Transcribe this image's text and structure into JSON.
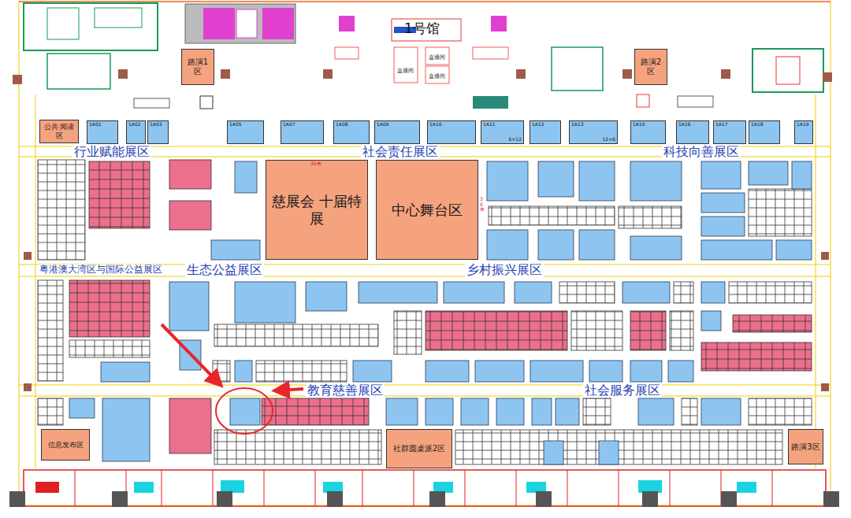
{
  "diagram": {
    "nodes": [
      {
        "text": [
          "公共 阅读区"
        ]
      },
      {
        "text": [
          "路演1区"
        ]
      },
      {
        "text": [
          "路演2区"
        ]
      },
      {
        "text": [
          "慈展会 十届特展"
        ]
      },
      {
        "text": [
          "中心舞台区"
        ]
      },
      {
        "text": [
          "信息发布区"
        ]
      },
      {
        "text": [
          "社群圆桌派2区"
        ]
      },
      {
        "text": [
          "路演3区"
        ]
      },
      {
        "text": [
          "1A01"
        ]
      },
      {
        "text": [
          "1A02"
        ]
      },
      {
        "text": [
          "1A03"
        ]
      },
      {
        "text": [
          "1A05"
        ]
      },
      {
        "text": [
          "1A07"
        ]
      },
      {
        "text": [
          "1A08"
        ]
      },
      {
        "text": [
          "1A09"
        ]
      },
      {
        "text": [
          "1A10"
        ]
      },
      {
        "text": [
          "1A11",
          "6×12"
        ]
      },
      {
        "text": [
          "1A12"
        ]
      },
      {
        "text": [
          "1A13",
          "12×6"
        ]
      },
      {
        "text": [
          "1A15"
        ]
      },
      {
        "text": [
          "1A16"
        ]
      },
      {
        "text": [
          "1A17"
        ]
      },
      {
        "text": [
          "1A18"
        ]
      },
      {
        "text": [
          "1A19"
        ]
      }
    ],
    "labels": [
      "1号馆",
      "直播间",
      "直播间",
      "直播间",
      "行业赋能展区",
      "社会责任展区",
      "科技向善展区",
      "粤港澳大湾区与国际公益展区",
      "生态公益展区",
      "乡村振兴展区",
      "教育慈善展区",
      "社会服务展区",
      "30米",
      "30米"
    ]
  }
}
